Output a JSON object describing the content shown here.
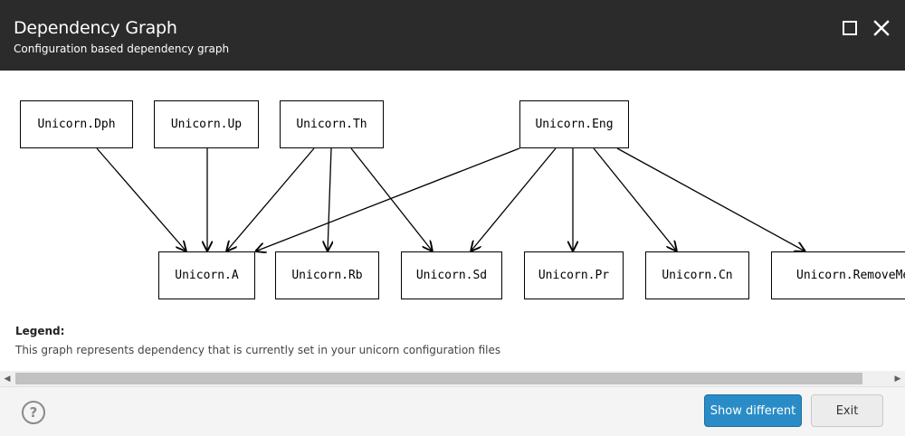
{
  "dialog": {
    "title": "Dependency Graph",
    "subtitle": "Configuration based dependency graph",
    "maximize_icon": "maximize-icon",
    "close_icon": "close-icon"
  },
  "graph": {
    "nodes": [
      {
        "id": "dph",
        "label": "Unicorn.Dph"
      },
      {
        "id": "up",
        "label": "Unicorn.Up"
      },
      {
        "id": "th",
        "label": "Unicorn.Th"
      },
      {
        "id": "eng",
        "label": "Unicorn.Eng"
      },
      {
        "id": "a",
        "label": "Unicorn.A"
      },
      {
        "id": "rb",
        "label": "Unicorn.Rb"
      },
      {
        "id": "sd",
        "label": "Unicorn.Sd"
      },
      {
        "id": "pr",
        "label": "Unicorn.Pr"
      },
      {
        "id": "cn",
        "label": "Unicorn.Cn"
      },
      {
        "id": "rm",
        "label": "Unicorn.RemoveMe"
      }
    ],
    "edges": [
      {
        "from": "dph",
        "to": "a"
      },
      {
        "from": "up",
        "to": "a"
      },
      {
        "from": "th",
        "to": "a"
      },
      {
        "from": "th",
        "to": "rb"
      },
      {
        "from": "th",
        "to": "sd"
      },
      {
        "from": "eng",
        "to": "a"
      },
      {
        "from": "eng",
        "to": "sd"
      },
      {
        "from": "eng",
        "to": "pr"
      },
      {
        "from": "eng",
        "to": "cn"
      },
      {
        "from": "eng",
        "to": "rm"
      }
    ]
  },
  "legend": {
    "title": "Legend:",
    "text": "This graph represents dependency that is currently set in your unicorn configuration files"
  },
  "footer": {
    "help_icon": "help-icon",
    "help_glyph": "?",
    "primary_label": "Show different",
    "secondary_label": "Exit"
  }
}
